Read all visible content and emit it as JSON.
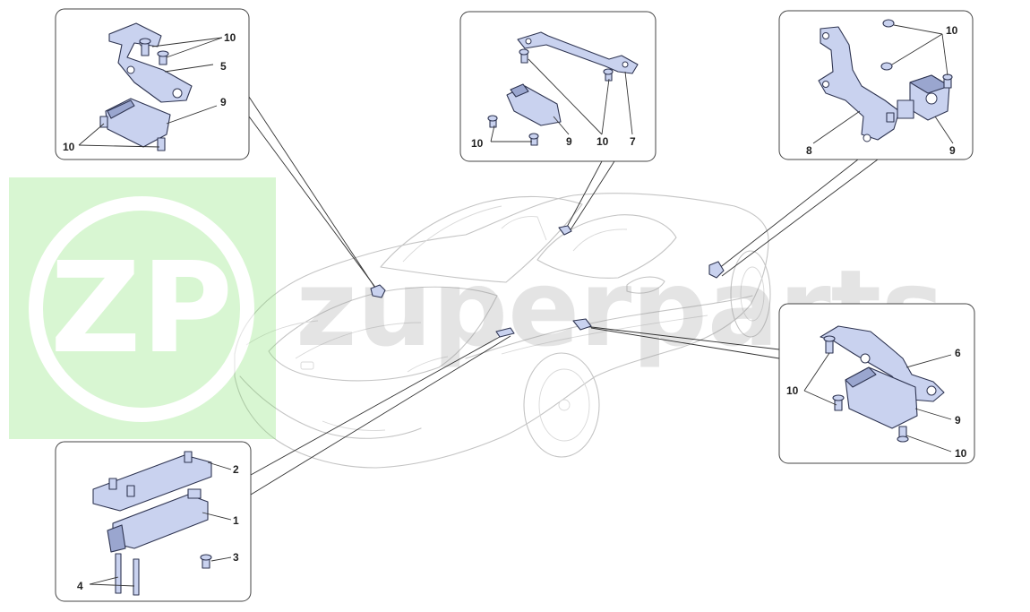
{
  "watermark": {
    "logo_text": "ZP",
    "brand_text": "zuperparts",
    "logo_color": "#7fe06a",
    "text_color": "#9c9c9c"
  },
  "callouts": {
    "top_left": {
      "labels": [
        {
          "id": "tl-10",
          "text": "10"
        },
        {
          "id": "tl-5",
          "text": "5"
        },
        {
          "id": "tl-9",
          "text": "9"
        },
        {
          "id": "tl-10b",
          "text": "10"
        }
      ]
    },
    "top_center": {
      "labels": [
        {
          "id": "tc-10a",
          "text": "10"
        },
        {
          "id": "tc-9",
          "text": "9"
        },
        {
          "id": "tc-10b",
          "text": "10"
        },
        {
          "id": "tc-7",
          "text": "7"
        }
      ]
    },
    "top_right": {
      "labels": [
        {
          "id": "tr-10",
          "text": "10"
        },
        {
          "id": "tr-8",
          "text": "8"
        },
        {
          "id": "tr-9",
          "text": "9"
        }
      ]
    },
    "mid_right": {
      "labels": [
        {
          "id": "mr-6",
          "text": "6"
        },
        {
          "id": "mr-10a",
          "text": "10"
        },
        {
          "id": "mr-9",
          "text": "9"
        },
        {
          "id": "mr-10b",
          "text": "10"
        }
      ]
    },
    "bottom_left": {
      "labels": [
        {
          "id": "bl-2",
          "text": "2"
        },
        {
          "id": "bl-1",
          "text": "1"
        },
        {
          "id": "bl-3",
          "text": "3"
        },
        {
          "id": "bl-4",
          "text": "4"
        }
      ]
    }
  },
  "colors": {
    "part_fill": "#c9d2ef",
    "part_stroke": "#2f3552",
    "car_outline": "#c4c4c4"
  }
}
